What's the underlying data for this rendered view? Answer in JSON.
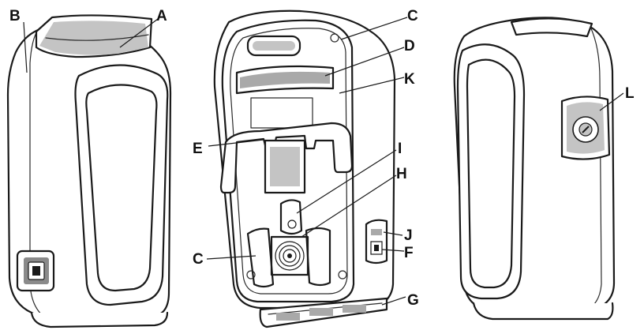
{
  "figure": {
    "callouts": {
      "A": "A",
      "B": "B",
      "C_top": "C",
      "C_bottom": "C",
      "D": "D",
      "E": "E",
      "F": "F",
      "G": "G",
      "H": "H",
      "I": "I",
      "J": "J",
      "K": "K",
      "L": "L"
    }
  }
}
